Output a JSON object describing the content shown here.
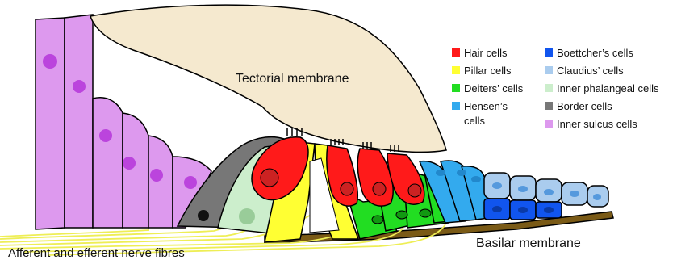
{
  "labels": {
    "tectorial": "Tectorial membrane",
    "basilar": "Basilar membrane",
    "nerve": "Afferent and efferent nerve  fibres"
  },
  "legend": {
    "left": [
      {
        "label": "Hair cells",
        "color": "#ff1a1a"
      },
      {
        "label": "Pillar cells",
        "color": "#ffff33"
      },
      {
        "label": "Deiters’ cells",
        "color": "#22dd22"
      },
      {
        "label": "Hensen’s",
        "label2": "cells",
        "color": "#33aaee"
      }
    ],
    "right": [
      {
        "label": "Boettcher’s cells",
        "color": "#1155ee"
      },
      {
        "label": "Claudius’ cells",
        "color": "#aaccee"
      },
      {
        "label": "Inner phalangeal cells",
        "color": "#cceecc"
      },
      {
        "label": "Border cells",
        "color": "#777777"
      },
      {
        "label": "Inner sulcus cells",
        "color": "#dd99ee"
      }
    ]
  },
  "colors": {
    "tectorial": "#f5e9cf",
    "basilar": "#7a5a16",
    "nerve": "#eeee55",
    "nucleus_hair": "#cc2222",
    "nucleus_sulcus": "#bb44dd"
  }
}
